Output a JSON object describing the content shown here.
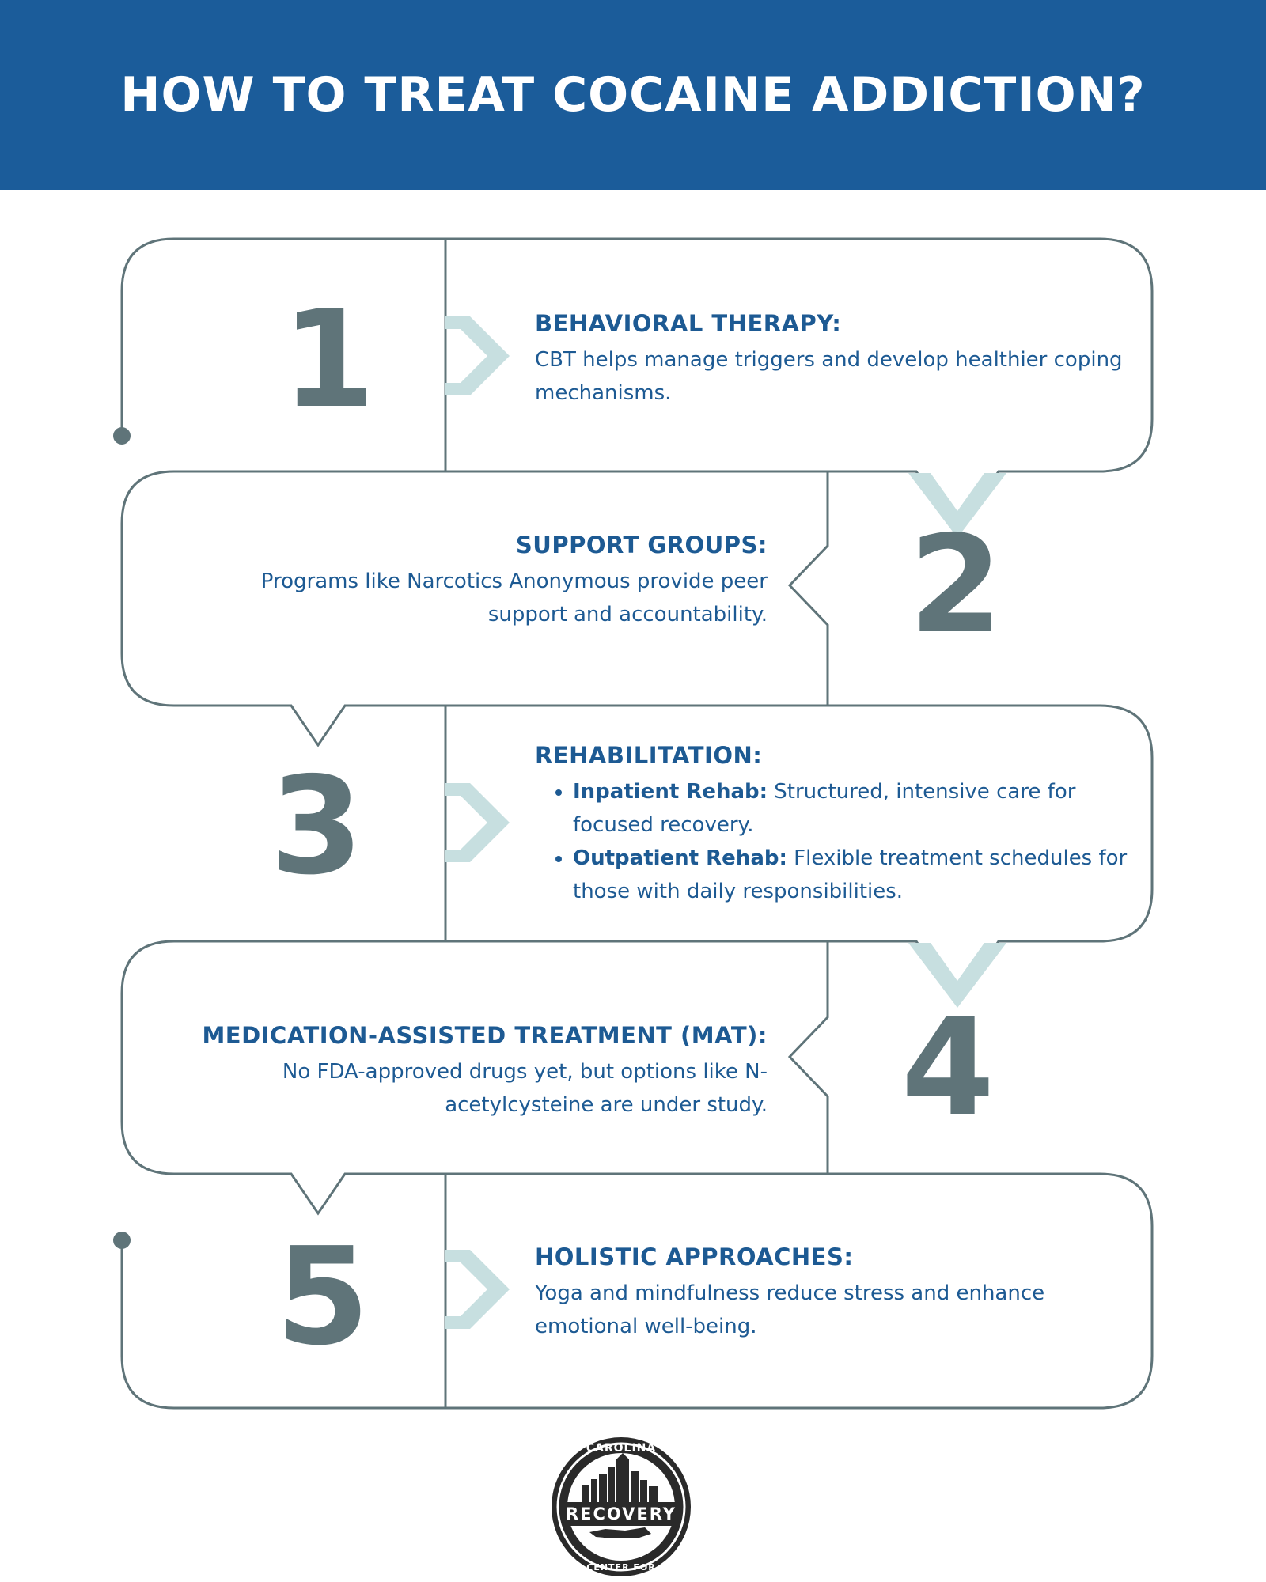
{
  "header": {
    "title": "HOW TO TREAT COCAINE ADDICTION?"
  },
  "steps": [
    {
      "number": "1",
      "title": "BEHAVIORAL THERAPY:",
      "description": "CBT helps manage triggers and develop healthier coping mechanisms."
    },
    {
      "number": "2",
      "title": "SUPPORT GROUPS:",
      "description": "Programs like Narcotics Anonymous provide peer support and accountability."
    },
    {
      "number": "3",
      "title": "REHABILITATION:",
      "items": [
        {
          "label": "Inpatient Rehab:",
          "text": "Structured, intensive care for focused recovery."
        },
        {
          "label": "Outpatient Rehab:",
          "text": "Flexible treatment schedules for those with daily responsibilities."
        }
      ]
    },
    {
      "number": "4",
      "title": "MEDICATION-ASSISTED TREATMENT (MAT):",
      "description": "No FDA-approved drugs yet, but options like N-acetylcysteine are under study."
    },
    {
      "number": "5",
      "title": "HOLISTIC APPROACHES:",
      "description": "Yoga and mindfulness reduce stress and enhance emotional well-being."
    }
  ],
  "logo": {
    "top_text": "CAROLINA",
    "main_text": "RECOVERY",
    "bottom_text": "CENTER FOR"
  },
  "colors": {
    "header_bg": "#1b5c9a",
    "text_blue": "#1d5a93",
    "number_gray": "#5f7479",
    "outline": "#5f7479",
    "chevron_light": "#c7dfe0"
  }
}
